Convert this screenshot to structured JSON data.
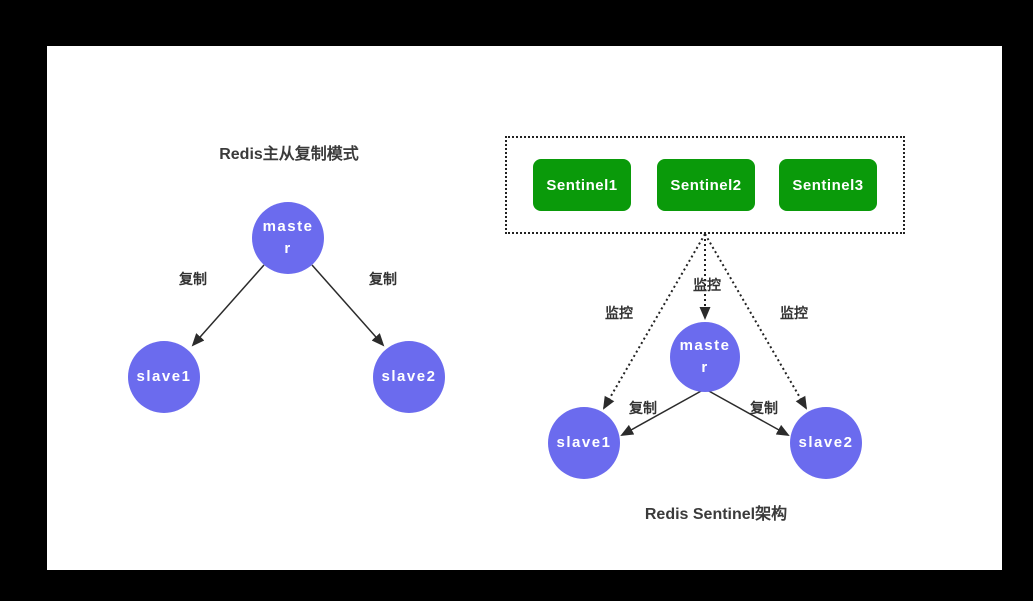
{
  "colors": {
    "page_background": "#000000",
    "canvas_background": "#ffffff",
    "node_fill": "#6b6bee",
    "sentinel_fill": "#0a9a0a",
    "line_color": "#2b2b2b",
    "title_color": "#3b3b3b"
  },
  "left_diagram": {
    "title": "Redis主从复制模式",
    "nodes": {
      "master": "master",
      "slave1": "slave1",
      "slave2": "slave2"
    },
    "edge_labels": {
      "replicate_left": "复制",
      "replicate_right": "复制"
    }
  },
  "right_diagram": {
    "title": "Redis Sentinel架构",
    "sentinels": [
      "Sentinel1",
      "Sentinel2",
      "Sentinel3"
    ],
    "nodes": {
      "master": "master",
      "slave1": "slave1",
      "slave2": "slave2"
    },
    "monitor_labels": {
      "left": "监控",
      "center": "监控",
      "right": "监控"
    },
    "replicate_labels": {
      "left": "复制",
      "right": "复制"
    }
  }
}
